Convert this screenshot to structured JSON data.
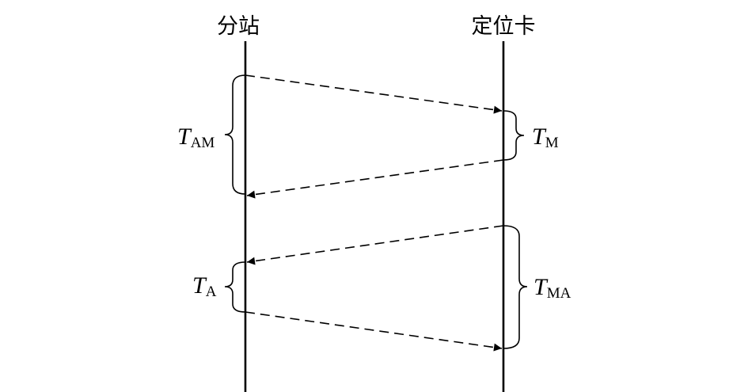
{
  "lifelines": {
    "left_label": "分站",
    "right_label": "定位卡"
  },
  "labels": {
    "t_am": {
      "main": "T",
      "sub": "AM"
    },
    "t_m": {
      "main": "T",
      "sub": "M"
    },
    "t_a": {
      "main": "T",
      "sub": "A"
    },
    "t_ma": {
      "main": "T",
      "sub": "MA"
    }
  },
  "messages": [
    {
      "from": "分站",
      "to": "定位卡",
      "style": "dashed"
    },
    {
      "from": "定位卡",
      "to": "分站",
      "style": "dashed"
    },
    {
      "from": "定位卡",
      "to": "分站",
      "style": "dashed"
    },
    {
      "from": "分站",
      "to": "定位卡",
      "style": "dashed"
    }
  ]
}
